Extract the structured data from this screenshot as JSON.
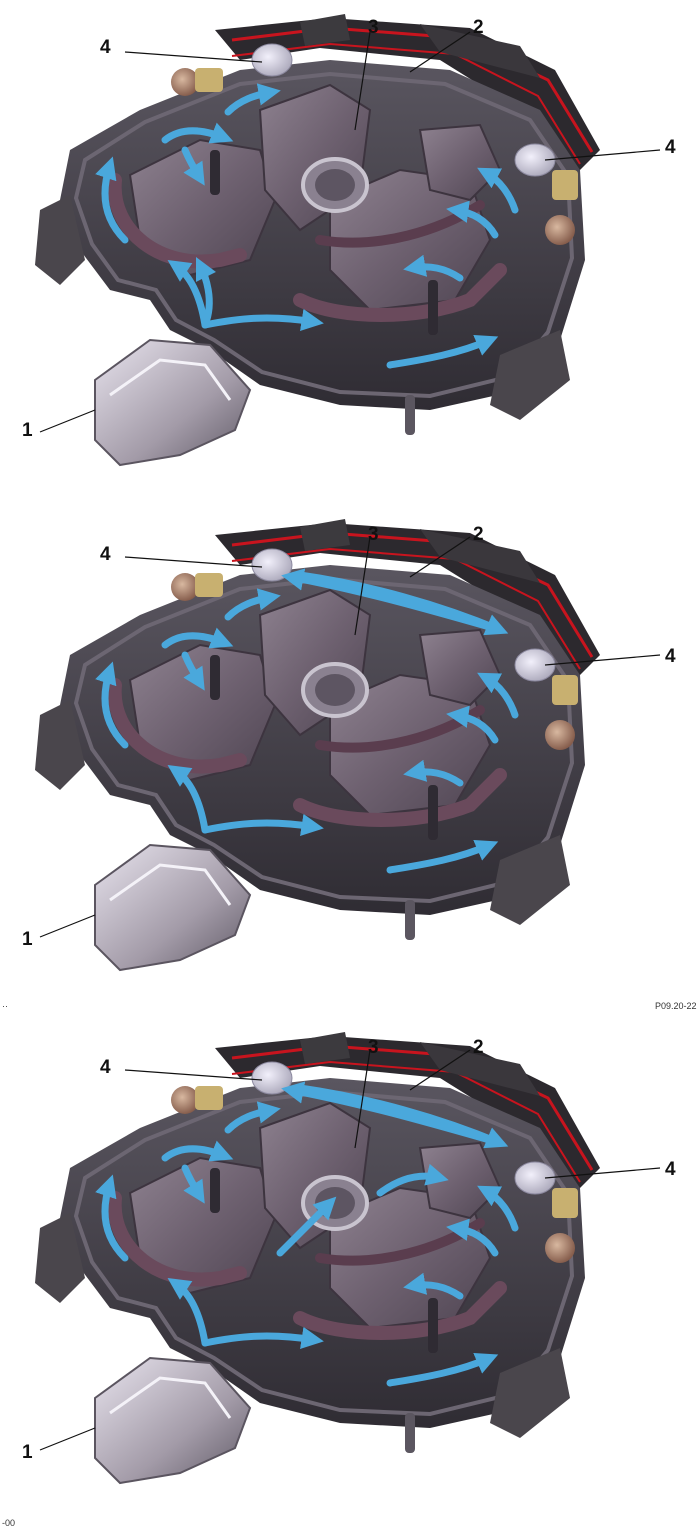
{
  "colors": {
    "flow_arrow": "#4aa8dc",
    "manifold_body": "#7d6e7e",
    "manifold_dark": "#2e2b31",
    "seal_red": "#c8141e",
    "rail_gray": "#3c3a3e",
    "valve_disc": "#d8d6e6"
  },
  "panels": [
    {
      "callouts": {
        "c1": "1",
        "c2": "2",
        "c3": "3",
        "c4a": "4",
        "c4b": "4"
      }
    },
    {
      "callouts": {
        "c1": "1",
        "c2": "2",
        "c3": "3",
        "c4a": "4",
        "c4b": "4"
      },
      "ref_right": "P09.20-22",
      "ref_left": "··"
    },
    {
      "callouts": {
        "c1": "1",
        "c2": "2",
        "c3": "3",
        "c4a": "4",
        "c4b": "4"
      },
      "ref_left": "-00"
    }
  ],
  "icons": {
    "flow_arrows": "curved-arrow-icon",
    "valve": "resonance-flap-icon",
    "actuator": "vacuum-actuator-icon"
  }
}
